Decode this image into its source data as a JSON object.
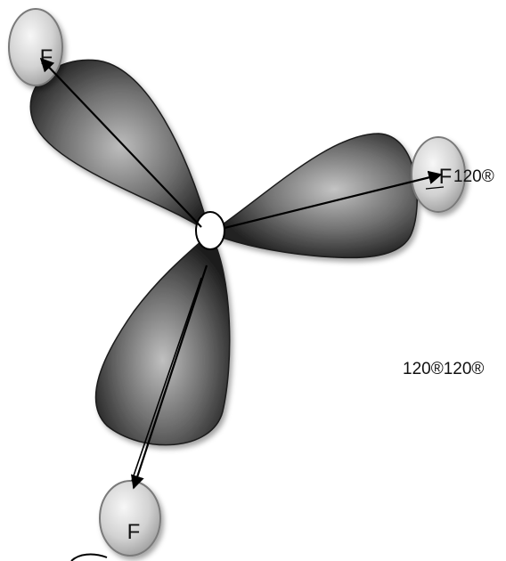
{
  "atoms": {
    "top_left": "F",
    "right": "F",
    "bottom": "F"
  },
  "angle_labels": {
    "right": "120®",
    "middle": "120®120®"
  },
  "colors": {
    "lobe_dark": "#1f1f1f",
    "lobe_light": "#bdbdbd",
    "atom_fill_light": "#f2f2f2",
    "atom_fill_dark": "#a9a9a9",
    "arrow": "#000000"
  }
}
